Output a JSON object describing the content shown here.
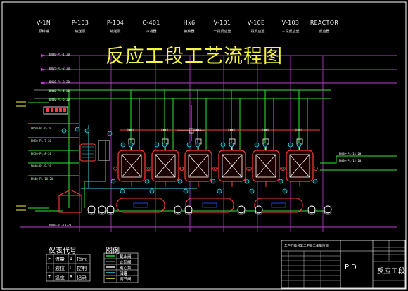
{
  "drawing_title": "反应工段工艺流程图",
  "equipment_tags": [
    {
      "code": "V-1N",
      "name": "原料罐"
    },
    {
      "code": "P-103",
      "name": "输送泵"
    },
    {
      "code": "P-104",
      "name": "输送泵"
    },
    {
      "code": "C-401",
      "name": "冷凝器"
    },
    {
      "code": "Hx6",
      "name": "换热器"
    },
    {
      "code": "V-101",
      "name": "一段反应釜"
    },
    {
      "code": "V-10E",
      "name": "二段反应釜"
    },
    {
      "code": "V-103",
      "name": "三段反应釜"
    },
    {
      "code": "REACTOR",
      "name": "反应器"
    }
  ],
  "inlet_lines": [
    "DN80-PL-1-20",
    "DN65-PL-2-20",
    "DN50-PL-3-20",
    "DN40-PL-4-20",
    "DN40-PL-5-20"
  ],
  "left_stream_labels": [
    "DN50-PL-6-20",
    "DN50-PL-7-20",
    "DN50-PL-8-20",
    "DN40-PL-9-20",
    "DN40-PL-10-20"
  ],
  "outlet_lines": [
    "DN50-PL-11-20",
    "DN50-PL-12-20"
  ],
  "bottom_line": "DN80-PL-13-20",
  "instrument_legend": {
    "title": "仪表代号",
    "rows": [
      {
        "c1": "F",
        "t1": "流量",
        "c2": "I",
        "t2": "指示"
      },
      {
        "c1": "L",
        "t1": "液位",
        "c2": "C",
        "t2": "控制"
      },
      {
        "c1": "T",
        "t1": "温度",
        "c2": "R",
        "t2": "记录"
      }
    ]
  },
  "symbol_legend": {
    "title": "图例",
    "rows": [
      "截止阀",
      "止回阀",
      "离心泵",
      "储罐",
      "调节阀"
    ]
  },
  "title_block": {
    "header": "年产万吨邻苯二甲酸二辛酯项目",
    "drawing_type": "PID",
    "drawing_name": "反应工段"
  }
}
